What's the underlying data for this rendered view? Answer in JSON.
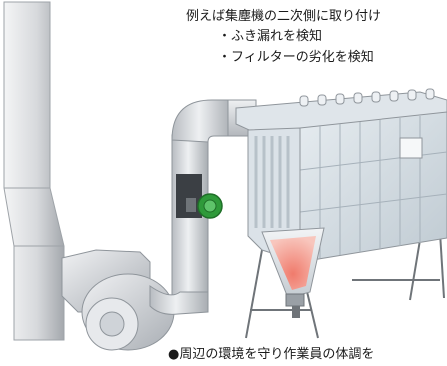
{
  "annotation": {
    "heading": "例えば集塵機の二次側に取り付け",
    "bullets": [
      "・ふき漏れを検知",
      "・フィルターの劣化を検知"
    ],
    "footer": "●周辺の環境を守り作業員の体調を"
  },
  "colors": {
    "text": "#1a1a1a",
    "duct": "#c9ccd1",
    "collector_panel": "#d4dde4",
    "dust": "#e85a4f",
    "sensor": "#2f9a3a",
    "steel": "#6f7479"
  },
  "icons": [
    "sensor-icon",
    "chimney-icon",
    "blower-icon",
    "dust-collector-icon"
  ]
}
